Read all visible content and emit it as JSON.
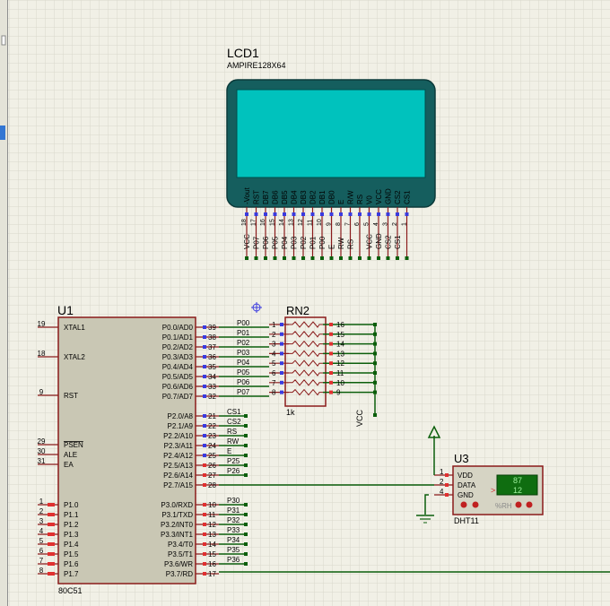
{
  "lcd": {
    "ref": "LCD1",
    "model": "AMPIRE128X64",
    "pins": [
      {
        "name": "-Vout",
        "num": "18",
        "net": "VCC"
      },
      {
        "name": "RST",
        "num": "17",
        "net": "P07"
      },
      {
        "name": "DB7",
        "num": "16",
        "net": "P06"
      },
      {
        "name": "DB6",
        "num": "15",
        "net": "P05"
      },
      {
        "name": "DB5",
        "num": "14",
        "net": "P04"
      },
      {
        "name": "DB4",
        "num": "13",
        "net": "P03"
      },
      {
        "name": "DB3",
        "num": "12",
        "net": "P02"
      },
      {
        "name": "DB2",
        "num": "11",
        "net": "P01"
      },
      {
        "name": "DB1",
        "num": "10",
        "net": "P00"
      },
      {
        "name": "DB0",
        "num": "9",
        "net": "E"
      },
      {
        "name": "E",
        "num": "8",
        "net": "RW"
      },
      {
        "name": "R/W",
        "num": "7",
        "net": "RS"
      },
      {
        "name": "RS",
        "num": "6",
        "net": ""
      },
      {
        "name": "V0",
        "num": "5",
        "net": "VCC"
      },
      {
        "name": "VCC",
        "num": "4",
        "net": "GND"
      },
      {
        "name": "GND",
        "num": "3",
        "net": "CS2"
      },
      {
        "name": "CS2",
        "num": "2",
        "net": "CS1"
      },
      {
        "name": "CS1",
        "num": "1",
        "net": ""
      }
    ]
  },
  "mcu": {
    "ref": "U1",
    "model": "80C51",
    "left_pins": [
      {
        "num": "19",
        "name": "XTAL1"
      },
      {
        "num": "18",
        "name": "XTAL2"
      },
      {
        "num": "9",
        "name": "RST"
      },
      {
        "num": "29",
        "name": "PSEN"
      },
      {
        "num": "30",
        "name": "ALE"
      },
      {
        "num": "31",
        "name": "EA"
      },
      {
        "num": "1",
        "name": "P1.0"
      },
      {
        "num": "2",
        "name": "P1.1"
      },
      {
        "num": "3",
        "name": "P1.2"
      },
      {
        "num": "4",
        "name": "P1.3"
      },
      {
        "num": "5",
        "name": "P1.4"
      },
      {
        "num": "6",
        "name": "P1.5"
      },
      {
        "num": "7",
        "name": "P1.6"
      },
      {
        "num": "8",
        "name": "P1.7"
      }
    ],
    "right_pins": [
      {
        "num": "39",
        "name": "P0.0/AD0",
        "net": "P00"
      },
      {
        "num": "38",
        "name": "P0.1/AD1",
        "net": "P01"
      },
      {
        "num": "37",
        "name": "P0.2/AD2",
        "net": "P02"
      },
      {
        "num": "36",
        "name": "P0.3/AD3",
        "net": "P03"
      },
      {
        "num": "35",
        "name": "P0.4/AD4",
        "net": "P04"
      },
      {
        "num": "34",
        "name": "P0.5/AD5",
        "net": "P05"
      },
      {
        "num": "33",
        "name": "P0.6/AD6",
        "net": "P06"
      },
      {
        "num": "32",
        "name": "P0.7/AD7",
        "net": "P07"
      },
      {
        "num": "21",
        "name": "P2.0/A8",
        "net": "CS1"
      },
      {
        "num": "22",
        "name": "P2.1/A9",
        "net": "CS2"
      },
      {
        "num": "23",
        "name": "P2.2/A10",
        "net": "RS"
      },
      {
        "num": "24",
        "name": "P2.3/A11",
        "net": "RW"
      },
      {
        "num": "25",
        "name": "P2.4/A12",
        "net": "E"
      },
      {
        "num": "26",
        "name": "P2.5/A13",
        "net": "P25"
      },
      {
        "num": "27",
        "name": "P2.6/A14",
        "net": "P26"
      },
      {
        "num": "28",
        "name": "P2.7/A15",
        "net": ""
      },
      {
        "num": "10",
        "name": "P3.0/RXD",
        "net": "P30"
      },
      {
        "num": "11",
        "name": "P3.1/TXD",
        "net": "P31"
      },
      {
        "num": "12",
        "name": "P3.2/INT0",
        "net": "P32"
      },
      {
        "num": "13",
        "name": "P3.3/INT1",
        "net": "P33"
      },
      {
        "num": "14",
        "name": "P3.4/T0",
        "net": "P34"
      },
      {
        "num": "15",
        "name": "P3.5/T1",
        "net": "P35"
      },
      {
        "num": "16",
        "name": "P3.6/WR",
        "net": "P36"
      },
      {
        "num": "17",
        "name": "P3.7/RD",
        "net": ""
      }
    ]
  },
  "rn": {
    "ref": "RN2",
    "value": "1k",
    "left_nums": [
      "1",
      "2",
      "3",
      "4",
      "5",
      "6",
      "7",
      "8"
    ],
    "right_nums": [
      "16",
      "15",
      "14",
      "13",
      "12",
      "11",
      "10",
      "9"
    ],
    "supply": "VCC"
  },
  "dht": {
    "ref": "U3",
    "model": "DHT11",
    "pins": [
      {
        "num": "1",
        "name": "VDD"
      },
      {
        "num": "2",
        "name": "DATA"
      },
      {
        "num": "4",
        "name": "GND"
      }
    ],
    "display_top": "87",
    "display_bottom": "12",
    "unit_label": "%RH",
    "gt_symbol": ">"
  },
  "colors": {
    "background": "#f1f0e6",
    "grid": "#d9d8cc",
    "wire": "#0b5e0b",
    "component_border": "#8a1a1a",
    "mcu_fill": "#c9c7b4",
    "lcd_body": "#155e5e",
    "lcd_screen": "#00c2bd",
    "dht_fill": "#d6d4c4",
    "pin_marker": "#3a3adf",
    "resistor_marker": "#e03030",
    "text": "#000000",
    "display_fill": "#0f6d10",
    "display_text": "#9ef29e"
  }
}
